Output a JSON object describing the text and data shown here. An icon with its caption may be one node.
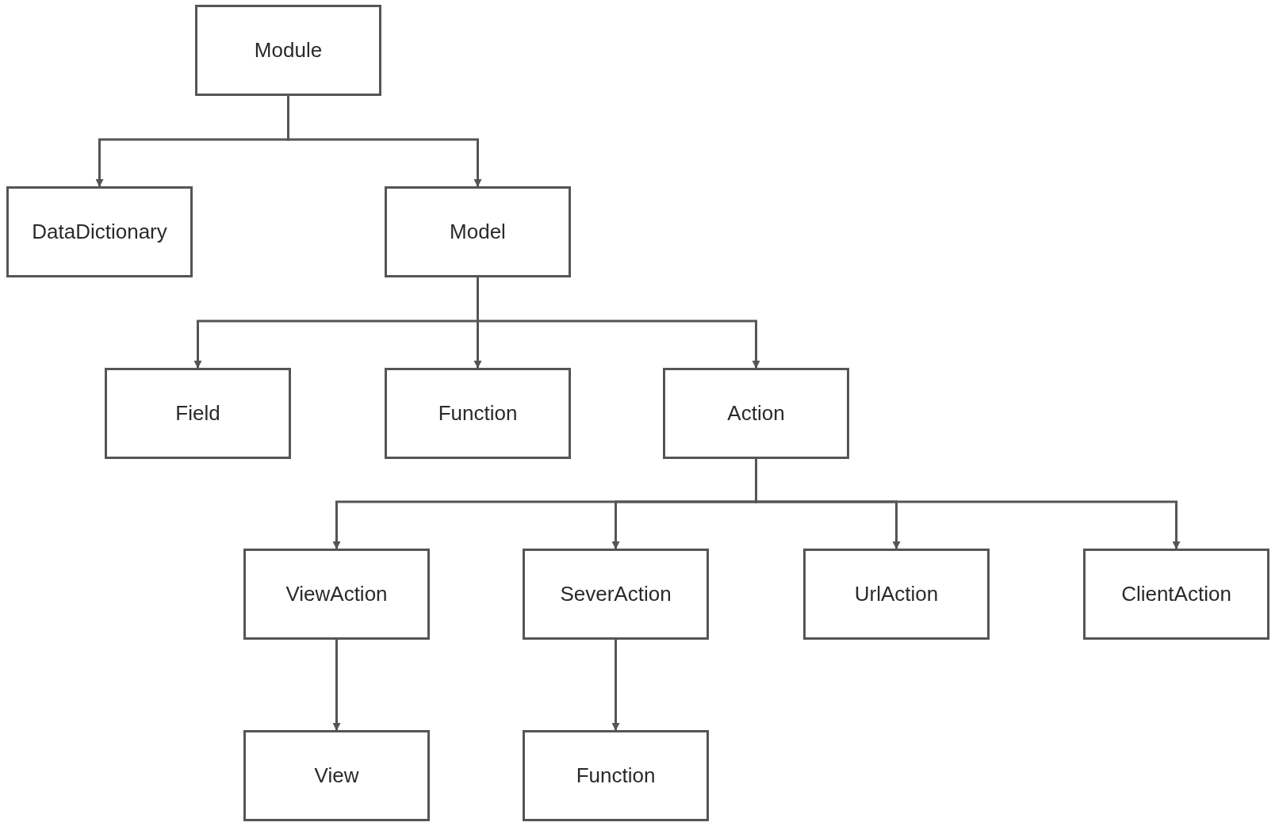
{
  "diagram": {
    "nodes": [
      {
        "text": [
          "Module"
        ]
      },
      {
        "text": [
          "DataDictionary"
        ]
      },
      {
        "text": [
          "Model"
        ]
      },
      {
        "text": [
          "Field"
        ]
      },
      {
        "text": [
          "Function"
        ]
      },
      {
        "text": [
          "Action"
        ]
      },
      {
        "text": [
          "ViewAction"
        ]
      },
      {
        "text": [
          "SeverAction"
        ]
      },
      {
        "text": [
          "UrlAction"
        ]
      },
      {
        "text": [
          "ClientAction"
        ]
      },
      {
        "text": [
          "View"
        ]
      },
      {
        "text": [
          "Function"
        ]
      }
    ],
    "edges": [
      {
        "from": 0,
        "to": 1,
        "arrow": "to"
      },
      {
        "from": 0,
        "to": 2,
        "arrow": "to"
      },
      {
        "from": 2,
        "to": 3,
        "arrow": "to"
      },
      {
        "from": 2,
        "to": 4,
        "arrow": "to"
      },
      {
        "from": 2,
        "to": 5,
        "arrow": "to"
      },
      {
        "from": 5,
        "to": 6,
        "arrow": "to"
      },
      {
        "from": 5,
        "to": 7,
        "arrow": "to"
      },
      {
        "from": 5,
        "to": 8,
        "arrow": "to"
      },
      {
        "from": 5,
        "to": 9,
        "arrow": "to"
      },
      {
        "from": 6,
        "to": 10,
        "arrow": "to"
      },
      {
        "from": 7,
        "to": 11,
        "arrow": "to"
      }
    ]
  }
}
